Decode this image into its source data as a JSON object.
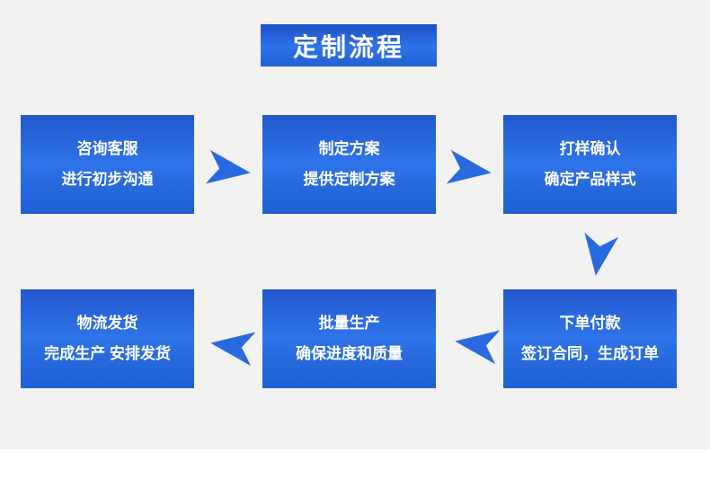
{
  "canvas": {
    "background": "#ffffff",
    "section_background": "#f2f2f2"
  },
  "colors": {
    "arrow": "#2a6ae0",
    "box_gradient_top": "#2257cc",
    "box_gradient_mid": "#2f74e9",
    "box_gradient_bottom": "#1f5fd2",
    "text": "#ffffff"
  },
  "title": {
    "label": "定制流程"
  },
  "steps": [
    {
      "id": 1,
      "line1": "咨询客服",
      "line2": "进行初步沟通"
    },
    {
      "id": 2,
      "line1": "制定方案",
      "line2": "提供定制方案"
    },
    {
      "id": 3,
      "line1": "打样确认",
      "line2": "确定产品样式"
    },
    {
      "id": 4,
      "line1": "下单付款",
      "line2": "签订合同，生成订单"
    },
    {
      "id": 5,
      "line1": "批量生产",
      "line2": "确保进度和质量"
    },
    {
      "id": 6,
      "line1": "物流发货",
      "line2": "完成生产 安排发货"
    }
  ],
  "arrows": [
    {
      "name": "arrow-step1-step2",
      "direction": "right"
    },
    {
      "name": "arrow-step2-step3",
      "direction": "right"
    },
    {
      "name": "arrow-step3-step4",
      "direction": "down"
    },
    {
      "name": "arrow-step4-step5",
      "direction": "left"
    },
    {
      "name": "arrow-step5-step6",
      "direction": "left"
    }
  ]
}
